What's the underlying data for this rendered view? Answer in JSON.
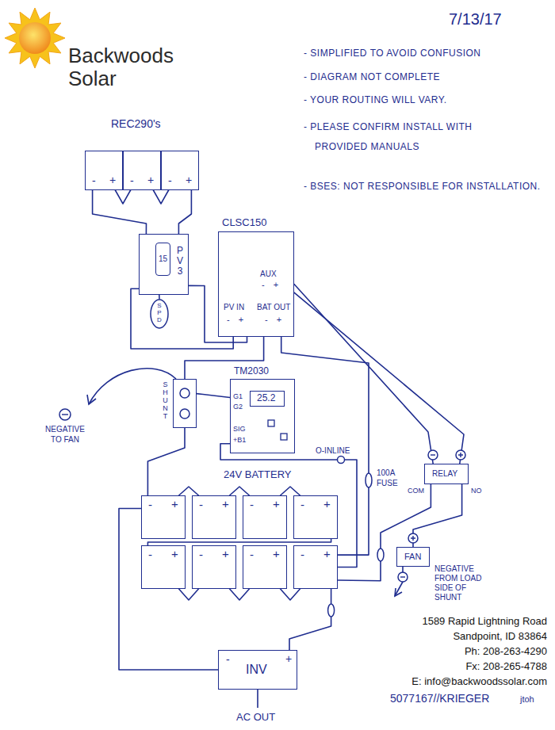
{
  "diagram": {
    "nodes": [
      {
        "text": [
          "-",
          "+"
        ]
      },
      {
        "text": [
          "-",
          "+"
        ]
      },
      {
        "text": [
          "-",
          "+"
        ]
      },
      {
        "text": [
          "PV 3"
        ]
      },
      {
        "text": [
          "15"
        ],
        "in": 3
      },
      {
        "text": [
          "SPD"
        ]
      },
      {
        "text": [
          "CLSC150",
          "AUX",
          "- +",
          "PV IN",
          "BAT OUT",
          "- +",
          "- +"
        ]
      },
      {
        "text": [
          "SHUNT"
        ]
      },
      {
        "text": [
          "TM2030",
          "G1",
          "G2",
          "SIG",
          "+B1"
        ]
      },
      {
        "text": [
          "25.2"
        ],
        "in": 8
      },
      {
        "text": [
          "-",
          "+"
        ]
      },
      {
        "text": [
          "-",
          "+"
        ]
      },
      {
        "text": [
          "-",
          "+"
        ]
      },
      {
        "text": [
          "-",
          "+"
        ]
      },
      {
        "text": [
          "-",
          "+"
        ]
      },
      {
        "text": [
          "-",
          "+"
        ]
      },
      {
        "text": [
          "-",
          "+"
        ]
      },
      {
        "text": [
          "-",
          "+"
        ]
      },
      {
        "text": [
          "RELAY",
          "COM",
          "NO"
        ]
      },
      {
        "text": [
          "FAN"
        ]
      },
      {
        "text": [
          "-",
          "INV",
          "+"
        ]
      }
    ],
    "edges": [
      {
        "from": 0,
        "to": 1,
        "arrow": "none"
      },
      {
        "from": 1,
        "to": 2,
        "arrow": "none"
      },
      {
        "from": 0,
        "to": 3,
        "arrow": "none"
      },
      {
        "from": 2,
        "to": 3,
        "arrow": "none"
      },
      {
        "from": 3,
        "to": 5,
        "arrow": "none"
      },
      {
        "from": 3,
        "to": 6,
        "arrow": "none"
      },
      {
        "from": 3,
        "to": 6,
        "arrow": "none"
      },
      {
        "from": 6,
        "to": 7,
        "arrow": "none"
      },
      {
        "from": 6,
        "to": 17,
        "arrow": "none"
      },
      {
        "from": 6,
        "to": 18,
        "arrow": "none"
      },
      {
        "from": 6,
        "to": 18,
        "arrow": "none"
      },
      {
        "from": 7,
        "to": 8,
        "arrow": "none"
      },
      {
        "from": 8,
        "to": 17,
        "arrow": "none"
      },
      {
        "from": 7,
        "to": 10,
        "arrow": "none"
      },
      {
        "from": 10,
        "to": 11,
        "arrow": "none"
      },
      {
        "from": 11,
        "to": 12,
        "arrow": "none"
      },
      {
        "from": 12,
        "to": 13,
        "arrow": "none"
      },
      {
        "from": 13,
        "to": 14,
        "arrow": "none"
      },
      {
        "from": 14,
        "to": 15,
        "arrow": "none"
      },
      {
        "from": 15,
        "to": 16,
        "arrow": "none"
      },
      {
        "from": 16,
        "to": 17,
        "arrow": "none"
      },
      {
        "from": 10,
        "to": 20,
        "arrow": "none"
      },
      {
        "from": 17,
        "to": 20,
        "arrow": "none"
      },
      {
        "from": 18,
        "to": 17,
        "arrow": "none"
      },
      {
        "from": 18,
        "to": 19,
        "arrow": "none"
      }
    ],
    "labels": [
      "7/13/17",
      "Backwoods Solar",
      "- SIMPLIFIED TO AVOID CONFUSION",
      "- DIAGRAM NOT COMPLETE",
      "- YOUR ROUTING WILL VARY.",
      "- PLEASE CONFIRM INSTALL WITH PROVIDED MANUALS",
      "- BSES: NOT RESPONSIBLE FOR INSTALLATION.",
      "REC290's",
      "NEGATIVE TO FAN",
      "O-INLINE",
      "100A FUSE",
      "24V BATTERY",
      "NEGATIVE FROM LOAD SIDE OF SHUNT",
      "AC OUT",
      "1589 Rapid Lightning Road",
      "Sandpoint, ID 83864",
      "Ph: 208-263-4290",
      "Fx: 208-265-4788",
      "E: info@backwoodssolar.com",
      "5077167//KRIEGER",
      "jtoh"
    ]
  }
}
